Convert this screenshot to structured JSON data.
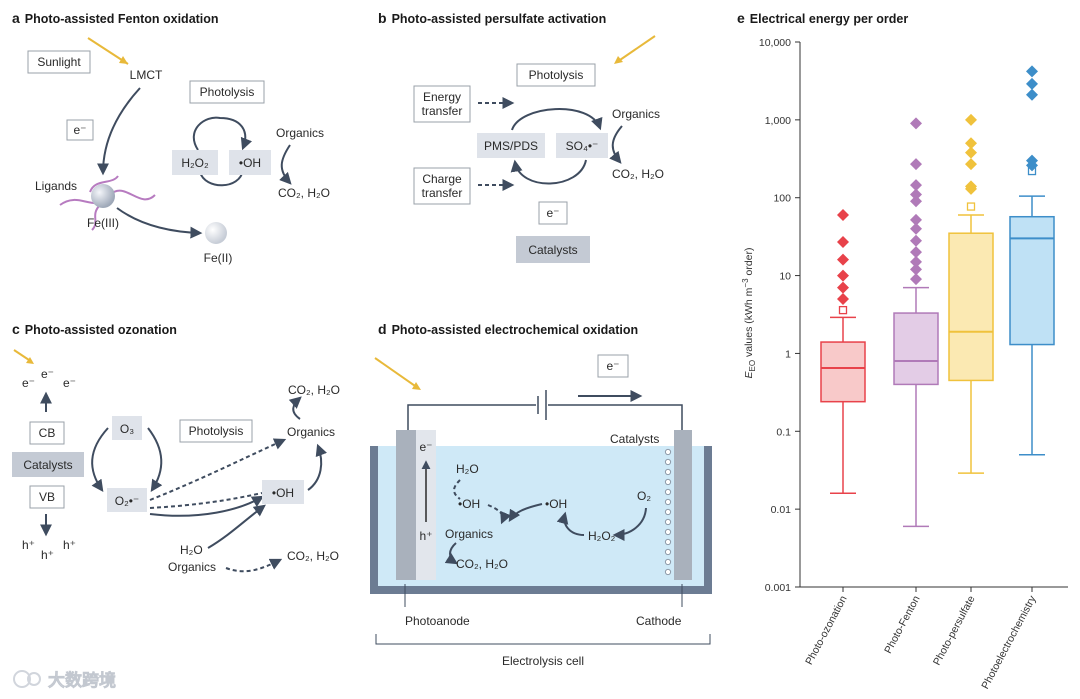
{
  "panel_a": {
    "letter": "a",
    "title": "Photo-assisted Fenton oxidation",
    "sunlight": "Sunlight",
    "lmct": "LMCT",
    "photolysis": "Photolysis",
    "electron": "e⁻",
    "ligands": "Ligands",
    "fe3": "Fe(III)",
    "fe2": "Fe(II)",
    "h2o2": "H₂O₂",
    "oh": "•OH",
    "organics": "Organics",
    "products": "CO₂, H₂O"
  },
  "panel_b": {
    "letter": "b",
    "title": "Photo-assisted persulfate activation",
    "photolysis": "Photolysis",
    "energy_transfer": [
      "Energy",
      "transfer"
    ],
    "charge_transfer": [
      "Charge",
      "transfer"
    ],
    "pms": "PMS/PDS",
    "so4": "SO₄•⁻",
    "organics": "Organics",
    "products": "CO₂, H₂O",
    "electron": "e⁻",
    "catalysts": "Catalysts"
  },
  "panel_c": {
    "letter": "c",
    "title": "Photo-assisted ozonation",
    "electrons_top": [
      "e⁻",
      "e⁻",
      "e⁻"
    ],
    "cb": "CB",
    "catalysts": "Catalysts",
    "vb": "VB",
    "holes": [
      "h⁺",
      "h⁺",
      "h⁺"
    ],
    "o3": "O₃",
    "o2": "O₂•⁻",
    "photolysis": "Photolysis",
    "products_top": "CO₂, H₂O",
    "organics": "Organics",
    "oh": "•OH",
    "h2o": "H₂O",
    "organics2": "Organics",
    "products_bottom": "CO₂, H₂O"
  },
  "panel_d": {
    "letter": "d",
    "title": "Photo-assisted electrochemical oxidation",
    "electron": "e⁻",
    "catalysts": "Catalysts",
    "anode_e": "e⁻",
    "anode_h": "h⁺",
    "h2o": "H₂O",
    "oh_left": "•OH",
    "oh_right": "•OH",
    "o2": "O₂",
    "organics": "Organics",
    "h2o2": "H₂O₂",
    "products": "CO₂, H₂O",
    "photoanode": "Photoanode",
    "cathode": "Cathode",
    "cell": "Electrolysis cell"
  },
  "panel_e": {
    "letter": "e",
    "title": "Electrical energy per order",
    "chart_data": {
      "type": "box",
      "title": "Electrical energy per order",
      "ylabel": "EEO values (kWh m⁻³ order)",
      "yscale": "log",
      "ylim": [
        0.001,
        10000
      ],
      "yticks": [
        "10,000",
        "1,000",
        "100",
        "10",
        "1",
        "0.1",
        "0.01",
        "0.001"
      ],
      "grid": false,
      "categories": [
        "Photo-ozonation",
        "Photo-Fenton",
        "Photo-persulfate",
        "Photoelectrochemistry"
      ],
      "series": [
        {
          "category": "Photo-ozonation",
          "color": "#e8424a",
          "fill": "#f8c9c9",
          "whisker_low": 0.016,
          "q1": 0.24,
          "median": 0.65,
          "q3": 1.4,
          "whisker_high": 2.9,
          "mean": 3.6,
          "outliers": [
            5,
            7,
            10,
            16,
            27,
            60
          ]
        },
        {
          "category": "Photo-Fenton",
          "color": "#b07ab8",
          "fill": "#e3cce6",
          "whisker_low": 0.006,
          "q1": 0.4,
          "median": 0.8,
          "q3": 3.3,
          "whisker_high": 7,
          "mean": null,
          "outliers": [
            9,
            12,
            15,
            20,
            28,
            40,
            52,
            90,
            110,
            145,
            270,
            900
          ]
        },
        {
          "category": "Photo-persulfate",
          "color": "#f0c23c",
          "fill": "#fbe9b2",
          "whisker_low": 0.029,
          "q1": 0.45,
          "median": 1.9,
          "q3": 35,
          "whisker_high": 60,
          "mean": 77,
          "outliers": [
            130,
            140,
            270,
            380,
            500,
            1000
          ]
        },
        {
          "category": "Photoelectrochemistry",
          "color": "#3d8ec9",
          "fill": "#bfe1f5",
          "whisker_low": 0.05,
          "q1": 1.3,
          "median": 30,
          "q3": 57,
          "whisker_high": 105,
          "mean": 220,
          "outliers": [
            260,
            300,
            2100,
            2900,
            4200
          ]
        }
      ]
    }
  },
  "watermark": "大数跨境"
}
